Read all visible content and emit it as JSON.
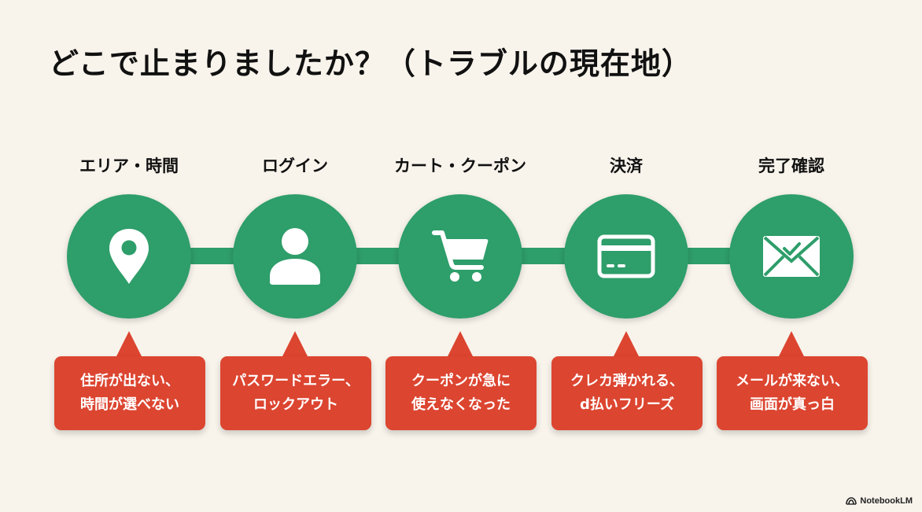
{
  "title": "どこで止まりましたか？（トラブルの現在地）",
  "colors": {
    "background": "#f8f4ec",
    "step_green": "#2e9e6a",
    "callout_red": "#dc4530",
    "text_dark": "#111111",
    "text_light": "#ffffff"
  },
  "steps": [
    {
      "label": "エリア・時間",
      "icon": "map-pin-icon",
      "problem_lines": [
        "住所が出ない、",
        "時間が選べない"
      ]
    },
    {
      "label": "ログイン",
      "icon": "user-icon",
      "problem_lines": [
        "パスワードエラー、",
        "ロックアウト"
      ]
    },
    {
      "label": "カート・クーポン",
      "icon": "shopping-cart-icon",
      "problem_lines": [
        "クーポンが急に",
        "使えなくなった"
      ]
    },
    {
      "label": "決済",
      "icon": "credit-card-icon",
      "problem_lines": [
        "クレカ弾かれる、",
        "d払いフリーズ"
      ]
    },
    {
      "label": "完了確認",
      "icon": "mail-check-icon",
      "problem_lines": [
        "メールが来ない、",
        "画面が真っ白"
      ]
    }
  ],
  "brand": {
    "name": "NotebookLM",
    "icon": "notebooklm-logo-icon"
  }
}
